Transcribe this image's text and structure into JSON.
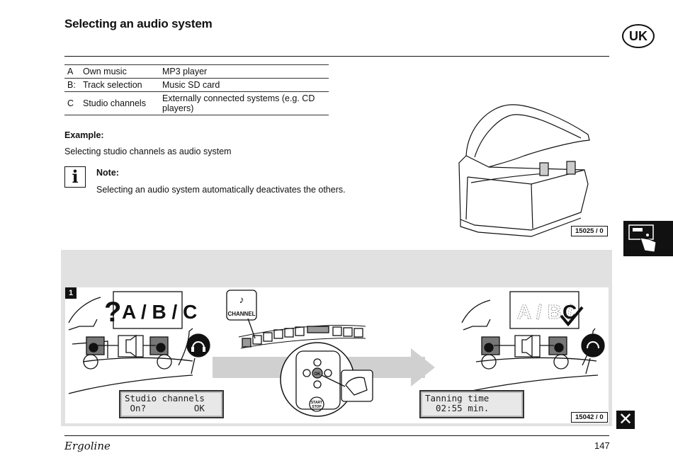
{
  "header": {
    "title": "Selecting an audio system",
    "language_badge": "UK"
  },
  "table": {
    "rows": [
      {
        "key": "A",
        "label": "Own music",
        "value": "MP3 player"
      },
      {
        "key": "B:",
        "label": "Track selection",
        "value": "Music SD card"
      },
      {
        "key": "C",
        "label": "Studio channels",
        "value": "Externally connected systems (e.g. CD players)"
      }
    ]
  },
  "example": {
    "label": "Example:",
    "text": "Selecting studio channels as audio system"
  },
  "note": {
    "label": "Note:",
    "text": "Selecting an audio system automatically deactivates the others."
  },
  "figure_top": {
    "ref": "15025 / 0"
  },
  "diagram": {
    "step": "1",
    "abc_left": "A / B / C",
    "abc_right_faded": "A / B /",
    "abc_right_selected": "C",
    "channel_button_label": "CHANNEL",
    "start_stop_label_1": "START",
    "start_stop_label_2": "STOP",
    "ok_label": "OK",
    "lcd_left_line1": "Studio channels",
    "lcd_left_line2": " On?         OK",
    "lcd_right_line1": "Tanning time",
    "lcd_right_line2": "  02:55 min.",
    "ref": "15042 / 0"
  },
  "footer": {
    "brand": "Ergoline",
    "page_number": "147"
  },
  "colors": {
    "panel_grey": "#e1e1e1",
    "arrow_grey": "#d0d0d0",
    "ink": "#111111"
  }
}
